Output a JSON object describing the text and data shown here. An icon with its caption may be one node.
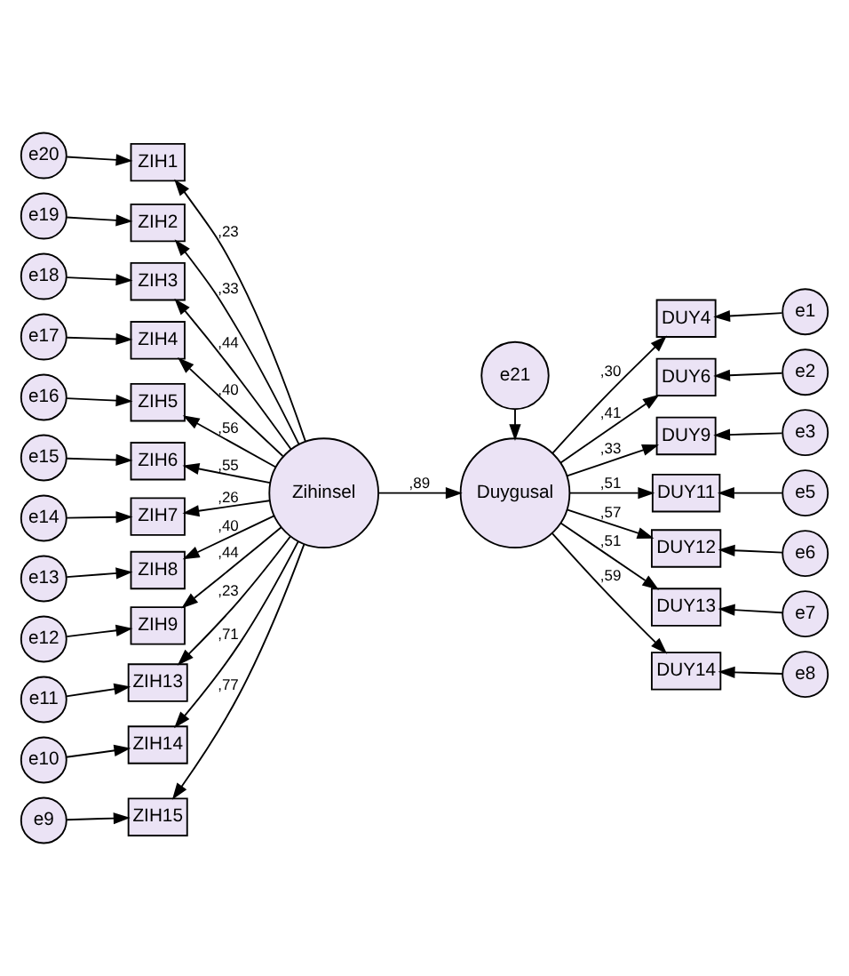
{
  "diagram": {
    "nodes": [
      {
        "text": [
          "Zihinsel"
        ]
      },
      {
        "text": [
          "Duygusal"
        ]
      },
      {
        "text": [
          "e21"
        ]
      },
      {
        "text": [
          "ZIH1"
        ]
      },
      {
        "text": [
          "ZIH2"
        ]
      },
      {
        "text": [
          "ZIH3"
        ]
      },
      {
        "text": [
          "ZIH4"
        ]
      },
      {
        "text": [
          "ZIH5"
        ]
      },
      {
        "text": [
          "ZIH6"
        ]
      },
      {
        "text": [
          "ZIH7"
        ]
      },
      {
        "text": [
          "ZIH8"
        ]
      },
      {
        "text": [
          "ZIH9"
        ]
      },
      {
        "text": [
          "ZIH13"
        ]
      },
      {
        "text": [
          "ZIH14"
        ]
      },
      {
        "text": [
          "ZIH15"
        ]
      },
      {
        "text": [
          "e20"
        ]
      },
      {
        "text": [
          "e19"
        ]
      },
      {
        "text": [
          "e18"
        ]
      },
      {
        "text": [
          "e17"
        ]
      },
      {
        "text": [
          "e16"
        ]
      },
      {
        "text": [
          "e15"
        ]
      },
      {
        "text": [
          "e14"
        ]
      },
      {
        "text": [
          "e13"
        ]
      },
      {
        "text": [
          "e12"
        ]
      },
      {
        "text": [
          "e11"
        ]
      },
      {
        "text": [
          "e10"
        ]
      },
      {
        "text": [
          "e9"
        ]
      },
      {
        "text": [
          "DUY4"
        ]
      },
      {
        "text": [
          "DUY6"
        ]
      },
      {
        "text": [
          "DUY9"
        ]
      },
      {
        "text": [
          "DUY11"
        ]
      },
      {
        "text": [
          "DUY12"
        ]
      },
      {
        "text": [
          "DUY13"
        ]
      },
      {
        "text": [
          "DUY14"
        ]
      },
      {
        "text": [
          "e1"
        ]
      },
      {
        "text": [
          "e2"
        ]
      },
      {
        "text": [
          "e3"
        ]
      },
      {
        "text": [
          "e5"
        ]
      },
      {
        "text": [
          "e6"
        ]
      },
      {
        "text": [
          "e7"
        ]
      },
      {
        "text": [
          "e8"
        ]
      }
    ],
    "edges": [
      {
        "from": 0,
        "to": 1,
        "arrow": "to",
        "label": ",89"
      },
      {
        "from": 2,
        "to": 1,
        "arrow": "to"
      },
      {
        "from": 0,
        "to": 3,
        "arrow": "to",
        "label": ",23"
      },
      {
        "from": 0,
        "to": 4,
        "arrow": "to",
        "label": ",33"
      },
      {
        "from": 0,
        "to": 5,
        "arrow": "to",
        "label": ",44"
      },
      {
        "from": 0,
        "to": 6,
        "arrow": "to",
        "label": ",40"
      },
      {
        "from": 0,
        "to": 7,
        "arrow": "to",
        "label": ",56"
      },
      {
        "from": 0,
        "to": 8,
        "arrow": "to",
        "label": ",55"
      },
      {
        "from": 0,
        "to": 9,
        "arrow": "to",
        "label": ",26"
      },
      {
        "from": 0,
        "to": 10,
        "arrow": "to",
        "label": ",40"
      },
      {
        "from": 0,
        "to": 11,
        "arrow": "to",
        "label": ",44"
      },
      {
        "from": 0,
        "to": 12,
        "arrow": "to",
        "label": ",23"
      },
      {
        "from": 0,
        "to": 13,
        "arrow": "to",
        "label": ",71"
      },
      {
        "from": 0,
        "to": 14,
        "arrow": "to",
        "label": ",77"
      },
      {
        "from": 15,
        "to": 3,
        "arrow": "to"
      },
      {
        "from": 16,
        "to": 4,
        "arrow": "to"
      },
      {
        "from": 17,
        "to": 5,
        "arrow": "to"
      },
      {
        "from": 18,
        "to": 6,
        "arrow": "to"
      },
      {
        "from": 19,
        "to": 7,
        "arrow": "to"
      },
      {
        "from": 20,
        "to": 8,
        "arrow": "to"
      },
      {
        "from": 21,
        "to": 9,
        "arrow": "to"
      },
      {
        "from": 22,
        "to": 10,
        "arrow": "to"
      },
      {
        "from": 23,
        "to": 11,
        "arrow": "to"
      },
      {
        "from": 24,
        "to": 12,
        "arrow": "to"
      },
      {
        "from": 25,
        "to": 13,
        "arrow": "to"
      },
      {
        "from": 26,
        "to": 14,
        "arrow": "to"
      },
      {
        "from": 1,
        "to": 27,
        "arrow": "to",
        "label": ",30"
      },
      {
        "from": 1,
        "to": 28,
        "arrow": "to",
        "label": ",41"
      },
      {
        "from": 1,
        "to": 29,
        "arrow": "to",
        "label": ",33"
      },
      {
        "from": 1,
        "to": 30,
        "arrow": "to",
        "label": ",51"
      },
      {
        "from": 1,
        "to": 31,
        "arrow": "to",
        "label": ",57"
      },
      {
        "from": 1,
        "to": 32,
        "arrow": "to",
        "label": ",51"
      },
      {
        "from": 1,
        "to": 33,
        "arrow": "to",
        "label": ",59"
      },
      {
        "from": 34,
        "to": 27,
        "arrow": "to"
      },
      {
        "from": 35,
        "to": 28,
        "arrow": "to"
      },
      {
        "from": 36,
        "to": 29,
        "arrow": "to"
      },
      {
        "from": 37,
        "to": 30,
        "arrow": "to"
      },
      {
        "from": 38,
        "to": 31,
        "arrow": "to"
      },
      {
        "from": 39,
        "to": 32,
        "arrow": "to"
      },
      {
        "from": 40,
        "to": 33,
        "arrow": "to"
      }
    ]
  }
}
